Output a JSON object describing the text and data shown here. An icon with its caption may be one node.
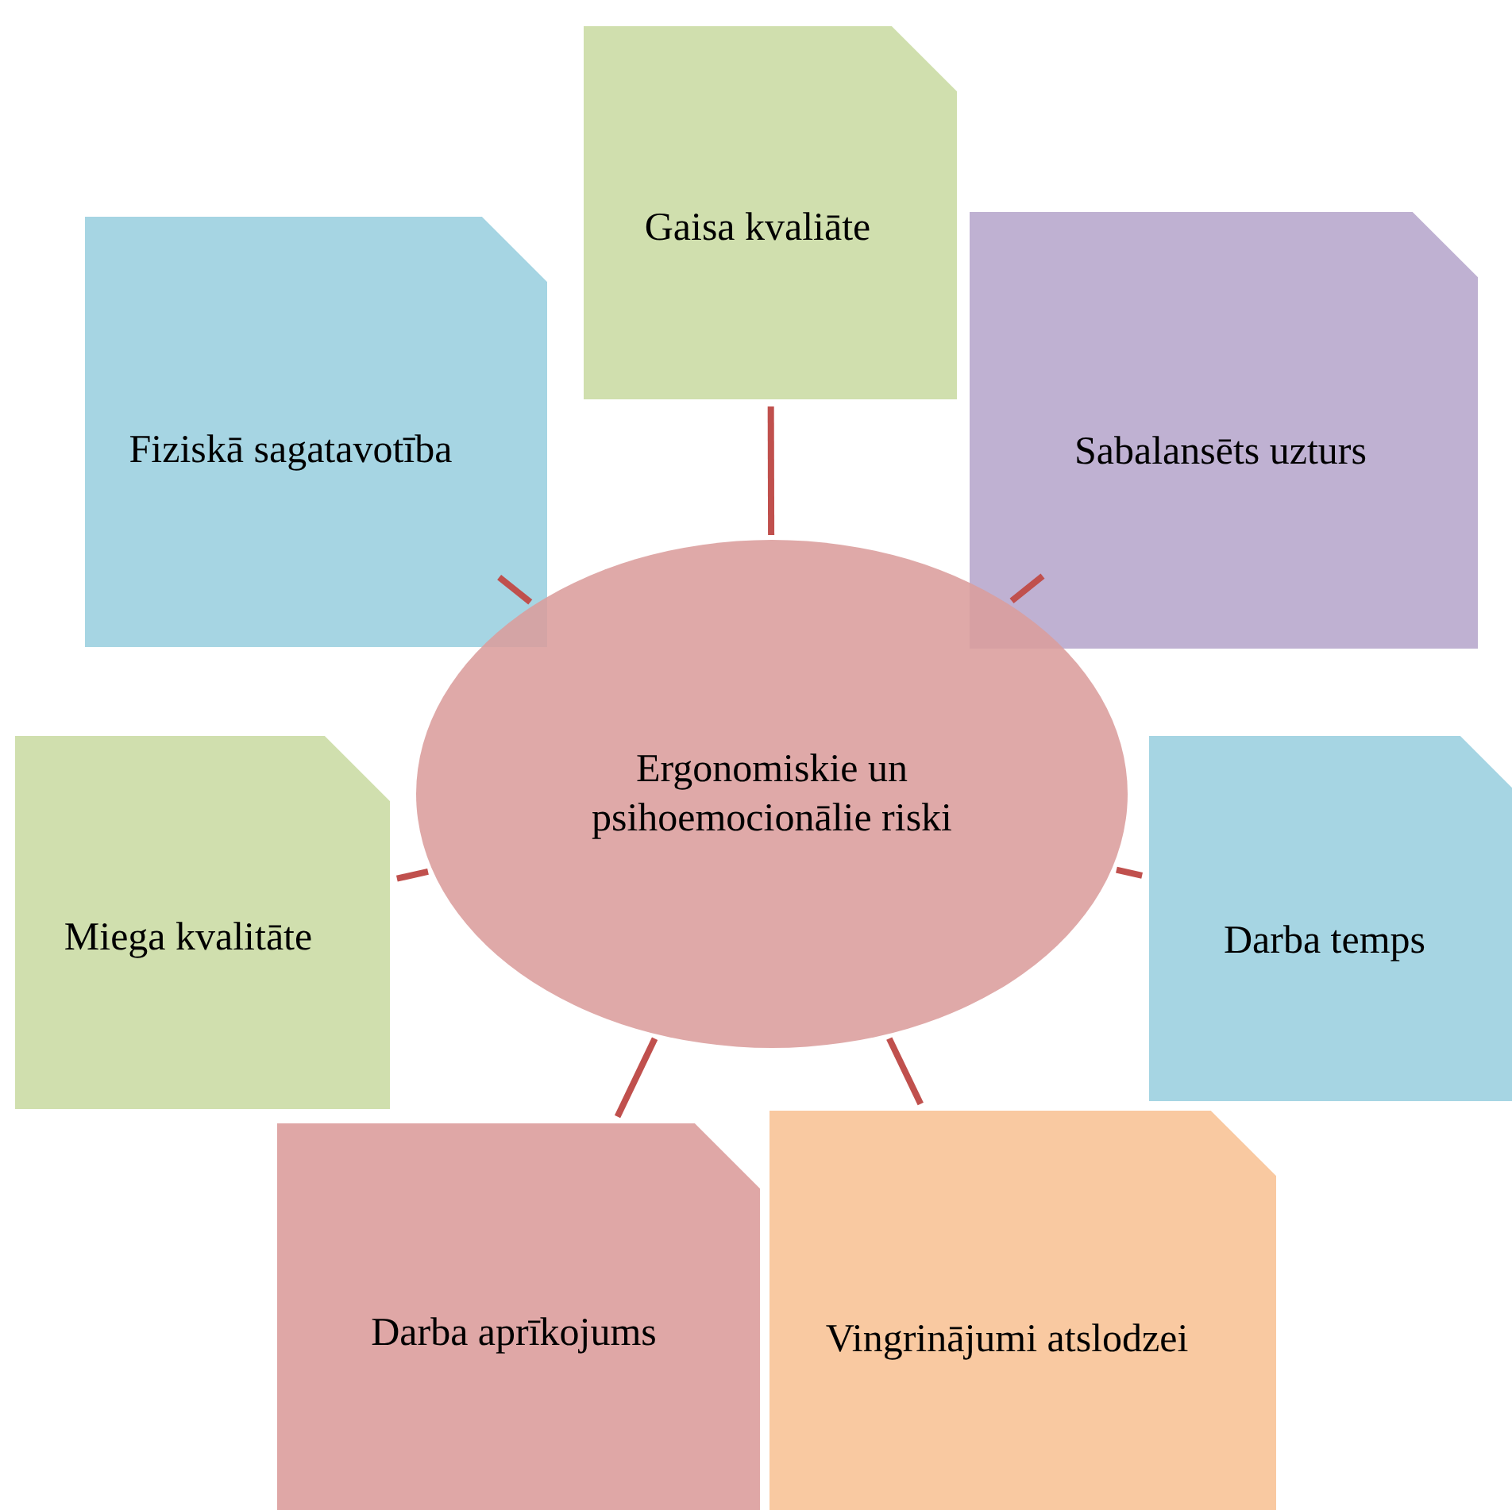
{
  "diagram": {
    "nodes": [
      {
        "text": [
          "Gaisa kvaliāte"
        ]
      },
      {
        "text": [
          "Fiziskā sagatavotība"
        ]
      },
      {
        "text": [
          "Sabalansēts uzturs"
        ]
      },
      {
        "text": [
          "Ergonomiskie un psihoemocionālie riski"
        ]
      },
      {
        "text": [
          "Miega kvalitāte"
        ]
      },
      {
        "text": [
          "Darba temps"
        ]
      },
      {
        "text": [
          "Darba aprīkojums"
        ]
      },
      {
        "text": [
          "Vingrinājumi atslodzei"
        ]
      }
    ],
    "edges": [
      {
        "from": 3,
        "to": 0,
        "arrow": "none"
      },
      {
        "from": 3,
        "to": 2,
        "arrow": "none"
      },
      {
        "from": 3,
        "to": 5,
        "arrow": "none"
      },
      {
        "from": 3,
        "to": 7,
        "arrow": "none"
      },
      {
        "from": 3,
        "to": 6,
        "arrow": "none"
      },
      {
        "from": 3,
        "to": 4,
        "arrow": "none"
      },
      {
        "from": 3,
        "to": 1,
        "arrow": "none"
      }
    ]
  }
}
